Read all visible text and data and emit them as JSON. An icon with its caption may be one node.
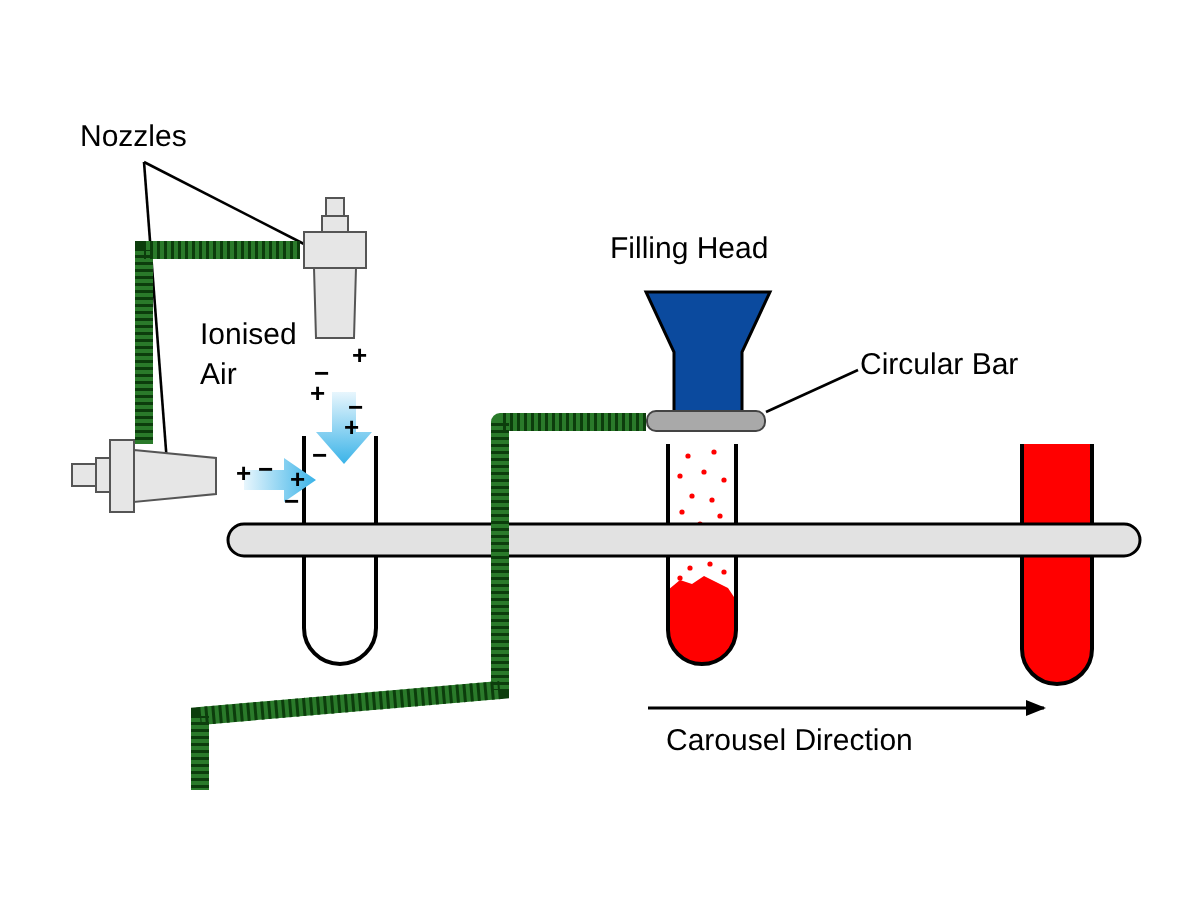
{
  "diagram": {
    "nodes": [
      {
        "text": [
          "Nozzles"
        ]
      },
      {
        "text": [],
        "shape": "picture"
      },
      {
        "text": [],
        "shape": "picture"
      },
      {
        "text": [
          "Circular Bar"
        ]
      },
      {
        "text": [],
        "shape": "bar"
      }
    ],
    "edges": [
      {
        "from": 0,
        "to": 1,
        "arrow": "none"
      },
      {
        "from": 0,
        "to": 2,
        "arrow": "none"
      },
      {
        "from": 3,
        "to": 4,
        "arrow": "none"
      },
      {
        "from": 1,
        "to": 2,
        "arrow": "none",
        "style": "thick",
        "color": "#2a7a2a"
      },
      {
        "from": 4,
        "to": null,
        "arrow": "none",
        "style": "thick",
        "color": "#2a7a2a"
      }
    ],
    "labels": [
      "Filling Head",
      "Ionised Air",
      "+",
      "−",
      "+",
      "−",
      "+",
      "−",
      "+",
      "−",
      "+",
      "−",
      "Carousel Direction"
    ]
  }
}
